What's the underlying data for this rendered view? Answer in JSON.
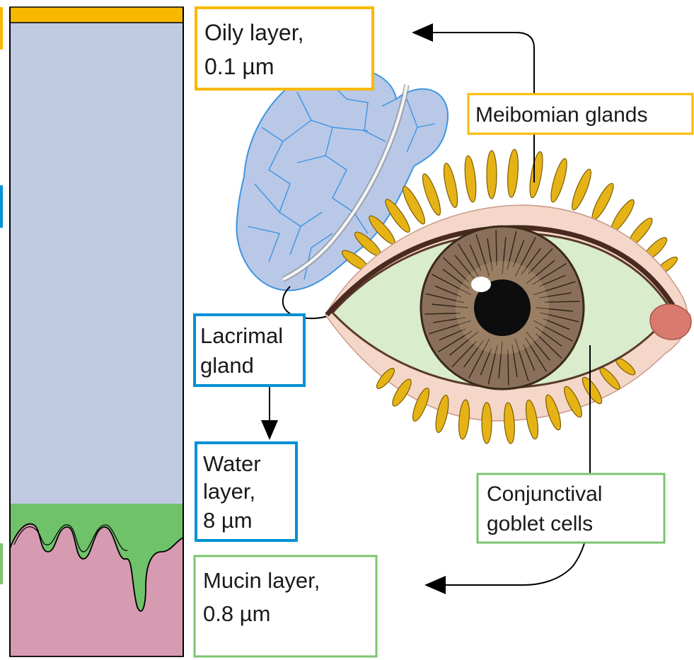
{
  "labels": {
    "oily_line1": "Oily layer,",
    "oily_line2": "0.1 µm",
    "meibomian": "Meibomian glands",
    "lacrimal_line1": "Lacrimal",
    "lacrimal_line2": "gland",
    "water_line1": "Water",
    "water_line2": "layer,",
    "water_line3": "8 µm",
    "conj_line1": "Conjunctival",
    "conj_line2": "goblet cells",
    "mucin_line1": "Mucin layer,",
    "mucin_line2": "0.8 µm"
  },
  "colors": {
    "oily": "#f9b800",
    "water": "#c0cbe3",
    "water_border": "#0091d4",
    "mucin": "#6fc26a",
    "mucin_border": "#7bc56f",
    "epithelium": "#d69ab1",
    "gland_fill": "#b9c8e7",
    "gland_stroke": "#3c95e0",
    "lash": "#e6b317",
    "iris": "#8a705a",
    "sclera": "#d9eccb",
    "lid": "#f4d7c8"
  }
}
